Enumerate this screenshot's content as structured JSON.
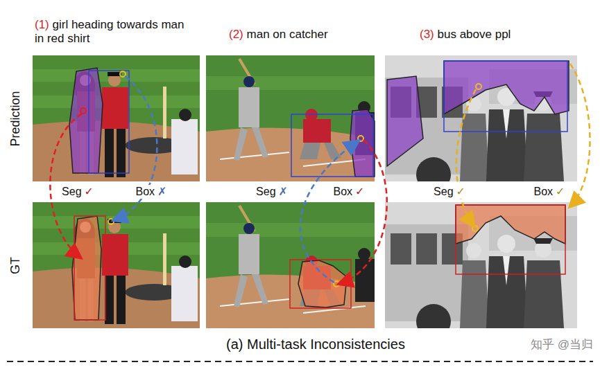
{
  "diagram": {
    "caption": "(a) Multi-task Inconsistencies",
    "labels": [
      "(1)",
      "girl heading towards man in red shirt",
      "(2)",
      "man on catcher",
      "(3)",
      "bus above ppl",
      "Prediction",
      "GT",
      "Seg",
      "✓",
      "Box",
      "✗",
      "Seg",
      "✗",
      "Box",
      "✓",
      "Seg",
      "✓",
      "Box",
      "✓",
      "知乎 @当归"
    ]
  }
}
